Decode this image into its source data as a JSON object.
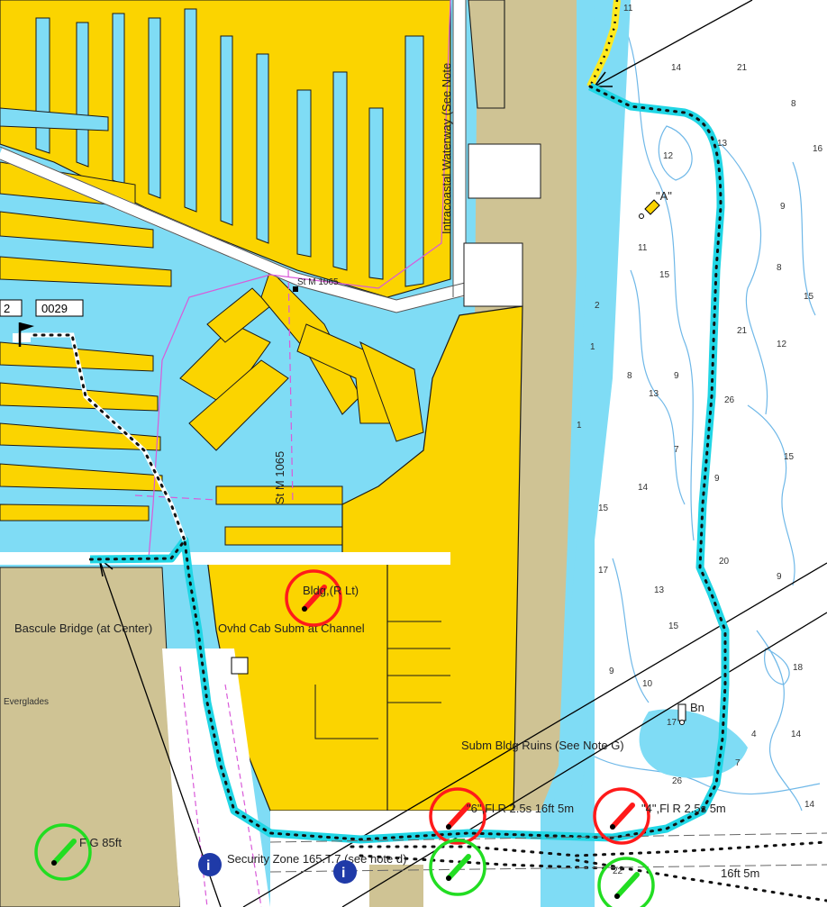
{
  "map": {
    "waypoint_labels": [
      "2",
      "0029"
    ],
    "street_labels": [
      "St M 1065",
      "St M 1065"
    ],
    "waterway_label": "Intracoastal Waterway (See Note",
    "depths": [
      "11",
      "14",
      "21",
      "8",
      "16",
      "13",
      "12",
      "9",
      "11",
      "15",
      "8",
      "15",
      "2",
      "21",
      "12",
      "1",
      "8",
      "9",
      "13",
      "26",
      "1",
      "7",
      "15",
      "14",
      "9",
      "15",
      "17",
      "20",
      "9",
      "13",
      "15",
      "18",
      "9",
      "10",
      "17",
      "4",
      "14",
      "7",
      "26",
      "14",
      "22"
    ],
    "buoys": [
      {
        "label": "\"A\""
      },
      {
        "label": "Bn"
      }
    ],
    "lights": [
      {
        "label": "Bldg,(R Lt)",
        "color": "red"
      },
      {
        "label": "\"6\",Fl R 2.5s 16ft 5m",
        "color": "red"
      },
      {
        "label": "\"4\",Fl R 2.5s 5m",
        "color": "red"
      },
      {
        "label": "F G 85ft",
        "color": "green"
      },
      {
        "label": "",
        "color": "green"
      },
      {
        "label": "",
        "color": "green"
      }
    ],
    "annotations": {
      "bridge": "Bascule Bridge (at Center)",
      "cable": "Ovhd Cab Subm at Channel",
      "place": "Everglades",
      "ruins": "Subm Bldg Ruins (See Note G)",
      "security": "Security Zone 165.T.7 (see note d)",
      "light_extra": "16ft 5m"
    },
    "colors": {
      "land": "#fbd400",
      "water_shallow": "#7fdcf5",
      "water_deep": "#ffffff",
      "built_up": "#cfc394",
      "route_highlight": "#21d6e5",
      "track_yellow": "#ffea1f",
      "light_red": "#ff1a1a",
      "light_green": "#22dd22"
    },
    "icons": [
      "info-icon",
      "flag-icon",
      "buoy-icon",
      "beacon-icon"
    ]
  }
}
